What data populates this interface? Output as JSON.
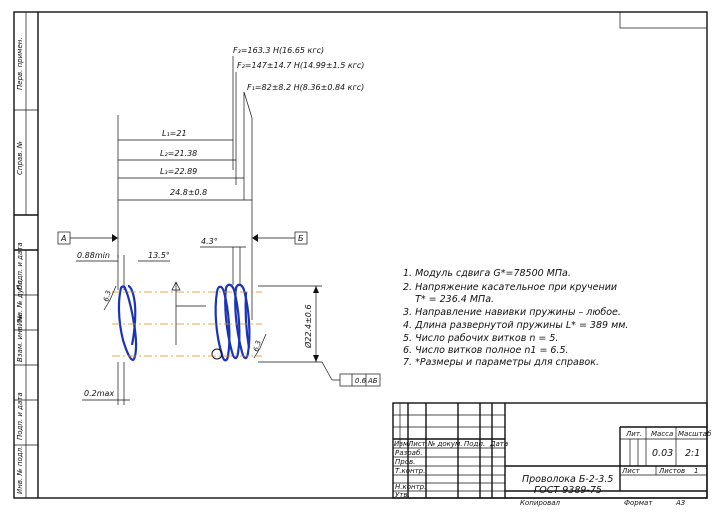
{
  "forces": {
    "f1": "F₁=82±8.2 H(8.36±0.84 кгс)",
    "f2": "F₂=147±14.7 H(14.99±1.5 кгс)",
    "f3": "F₃=163.3 H(16.65 кгс)"
  },
  "dims": {
    "l1": "L₁=21",
    "l2": "L₂=21.38",
    "l3": "L₃=22.89",
    "l0": "24.8±0.8",
    "d_min": "0.88min",
    "angle1": "13.5°",
    "angle2": "4.3°",
    "dia": "Ø22.4±0.6",
    "gap": "0.2max",
    "rough1": "6.3",
    "rough2": "6.3"
  },
  "datums": {
    "a": "А",
    "b": "Б"
  },
  "tolerance": {
    "value": "0.6",
    "ref": "АБ"
  },
  "notes": [
    "1. Модуль сдвига G*=78500 МПа.",
    "2. Напряжение касательное при кручении",
    "    T* = 236.4 МПа.",
    "3. Направление навивки пружины – любое.",
    "4. Длина развернутой пружины L* = 389 мм.",
    "5. Число рабочих витков n = 5.",
    "6. Число витков полное n1 = 6.5.",
    "7. *Размеры и параметры для справок."
  ],
  "sidebar": [
    "Перв. примен.",
    "Справ. №",
    "Подп. и дата",
    "Инв. № дубл.",
    "Взам. инв. №",
    "Подп. и дата",
    "Инв. № подл."
  ],
  "titleblock": {
    "headers": [
      "Изм.",
      "Лист",
      "№ докум.",
      "Подп.",
      "Дата"
    ],
    "roles": [
      "Разраб.",
      "Пров.",
      "Т.контр.",
      "Н.контр.",
      "Утв."
    ],
    "material_line1": "Проволока Б-2-3.5",
    "material_line2": "ГОСТ 9389-75",
    "lit_label": "Лит.",
    "mass_label": "Масса",
    "scale_label": "Масштаб",
    "mass_value": "0.03",
    "scale_value": "2:1",
    "sheet_label": "Лист",
    "sheets_label": "Листов",
    "sheets_value": "1",
    "copied": "Копировал",
    "format": "Формат",
    "format_value": "А3"
  }
}
